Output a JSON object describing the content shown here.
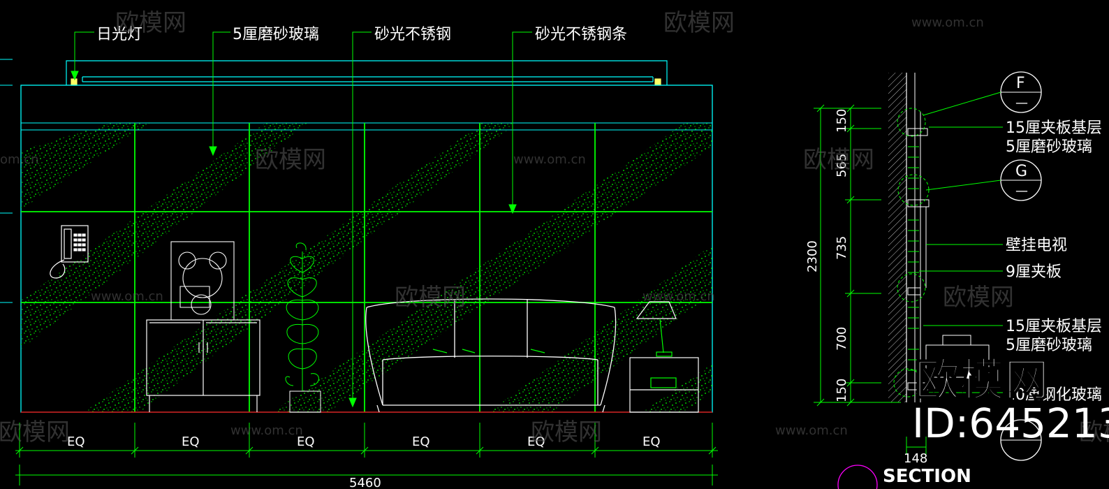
{
  "elevation": {
    "callouts": [
      "日光灯",
      "5厘磨砂玻璃",
      "砂光不锈钢",
      "砂光不锈钢条"
    ],
    "dimension_labels": [
      "EQ",
      "EQ",
      "EQ",
      "EQ",
      "EQ",
      "EQ"
    ],
    "overall_width": "5460"
  },
  "section": {
    "marker_f": "F",
    "marker_g": "G",
    "marker_dash": "—",
    "callouts": [
      "15厘夹板基层",
      "5厘磨砂玻璃",
      "壁挂电视",
      "9厘夹板",
      "15厘夹板基层",
      "5厘磨砂玻璃",
      "10厘钢化玻璃"
    ],
    "vertical_dims": [
      "150",
      "565",
      "735",
      "700",
      "150"
    ],
    "total_height": "2300",
    "bottom_dim": "148",
    "title": "SECTION"
  },
  "watermarks": {
    "brand": "欧模网",
    "url": "www.om.cn",
    "url_short": "om.cn",
    "id": "ID:645213"
  },
  "colors": {
    "background": "#000000",
    "line_green": "#00ff00",
    "line_cyan": "#00ffff",
    "line_white": "#ffffff",
    "floor_red": "#ff0000",
    "watermark": "#5a5a5a"
  }
}
